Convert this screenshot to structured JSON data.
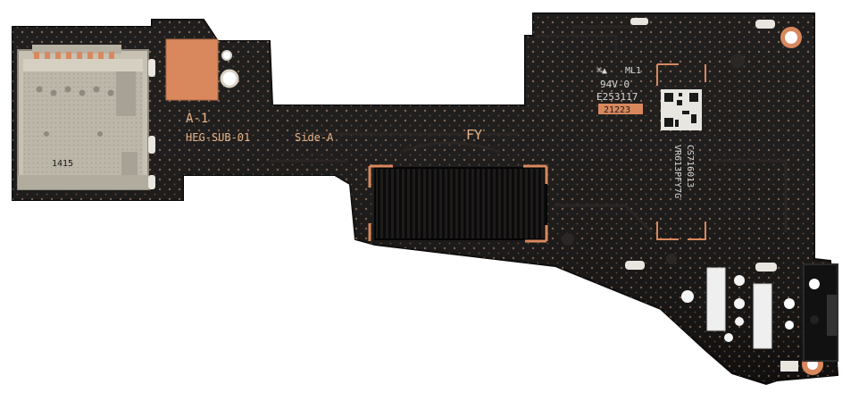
{
  "board": {
    "silkscreen": {
      "ref": "A-1",
      "part": "HEG-SUB-01",
      "side": "Side-A",
      "code_fy": "FY",
      "ul_mark": "ML1",
      "flammability": "94V-0",
      "ul_file": "E253117",
      "date_code": "21223",
      "label_line_1": "CS716013",
      "label_line_2": "VR613PFY7G",
      "sd_marking": "1415"
    },
    "colors": {
      "pcb": "#141211",
      "copper": "#d9885e",
      "gold": "#c9a24a",
      "metal": "#c7c1b4",
      "via": "#b98a6a"
    }
  }
}
